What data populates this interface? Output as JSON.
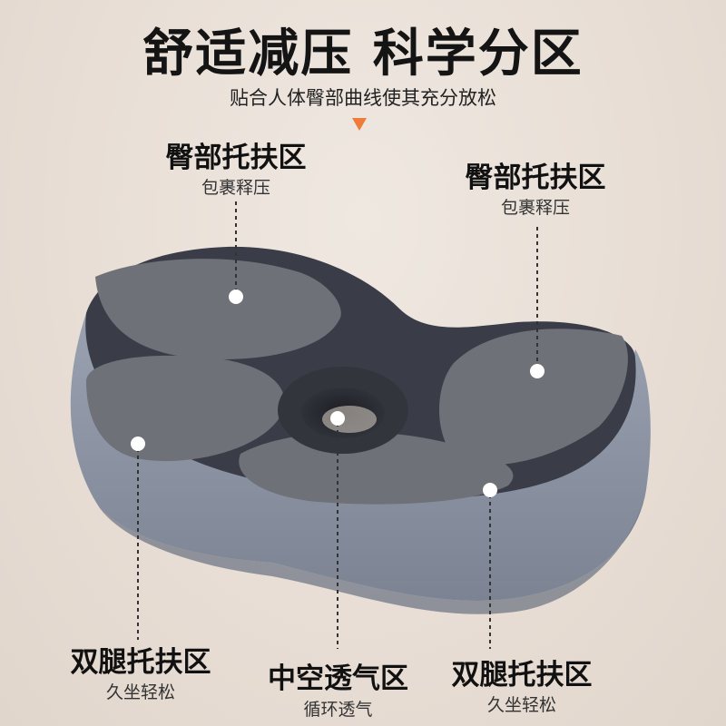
{
  "header": {
    "title": "舒适减压 科学分区",
    "subtitle": "贴合人体臀部曲线使其充分放松",
    "arrow_color": "#ee7b3a"
  },
  "zones": [
    {
      "label": "臀部托扶区",
      "desc": "包裹释压"
    },
    {
      "label": "臀部托扶区",
      "desc": "包裹释压"
    },
    {
      "label": "双腿托扶区",
      "desc": "久坐轻松"
    },
    {
      "label": "中空透气区",
      "desc": "循环透气"
    },
    {
      "label": "双腿托扶区",
      "desc": "久坐轻松"
    }
  ],
  "colors": {
    "background": "#e9e1d9",
    "cushion_top": "#3b3e48",
    "cushion_side": "#8d95a5",
    "pattern": "#6f7278"
  }
}
